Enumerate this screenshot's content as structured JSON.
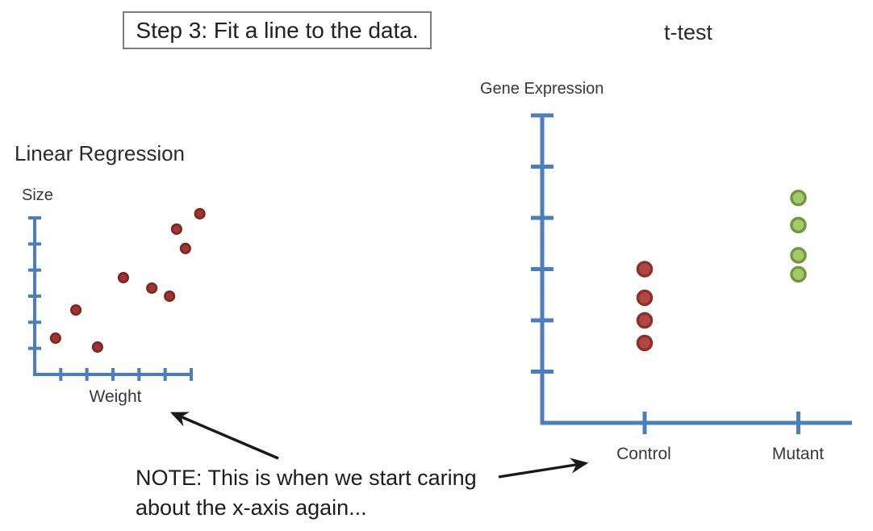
{
  "slide": {
    "step_box_label": "Step 3: Fit a line to the data.",
    "note_line1": "NOTE: This is when we start caring",
    "note_line2": "about the x-axis again..."
  },
  "colors": {
    "axis_blue": "#4A7EBD",
    "arrow_black": "#1A1A1A",
    "text_dark": "#2B2B2B",
    "box_border_gray": "#7D7D7D"
  },
  "chart_data": [
    {
      "id": "linear_regression",
      "type": "scatter",
      "title": "Linear Regression",
      "xlabel": "Weight",
      "ylabel": "Size",
      "xlim": [
        0,
        6.5
      ],
      "ylim": [
        0,
        6.5
      ],
      "x_ticks": [
        1,
        2,
        3,
        4,
        5,
        6
      ],
      "y_ticks": [
        1,
        2,
        3,
        4,
        5,
        6
      ],
      "grid": false,
      "legend": "none",
      "point_color": "#A03430",
      "point_edge": "#7C211E",
      "points": [
        [
          0.8,
          1.39
        ],
        [
          1.58,
          2.47
        ],
        [
          2.41,
          1.05
        ],
        [
          3.4,
          3.71
        ],
        [
          4.49,
          3.31
        ],
        [
          5.17,
          3.0
        ],
        [
          5.44,
          5.57
        ],
        [
          5.78,
          4.83
        ],
        [
          6.33,
          6.16
        ]
      ]
    },
    {
      "id": "t_test",
      "type": "scatter",
      "title": "t-test",
      "xlabel": "",
      "ylabel": "Gene Expression",
      "categories": [
        "Control",
        "Mutant"
      ],
      "category_positions": [
        2,
        5
      ],
      "xlim": [
        0,
        6.05
      ],
      "ylim": [
        0,
        6.5
      ],
      "y_ticks": [
        1,
        2,
        3,
        4,
        5,
        6
      ],
      "grid": false,
      "legend": "none",
      "series": [
        {
          "name": "Control",
          "color": "#B14643",
          "edge": "#8C2F2B",
          "values": [
            3.0,
            2.44,
            2.0,
            1.56
          ]
        },
        {
          "name": "Mutant",
          "color": "#A3C968",
          "edge": "#71953F",
          "values": [
            4.39,
            3.86,
            3.27,
            2.9
          ]
        }
      ]
    }
  ]
}
